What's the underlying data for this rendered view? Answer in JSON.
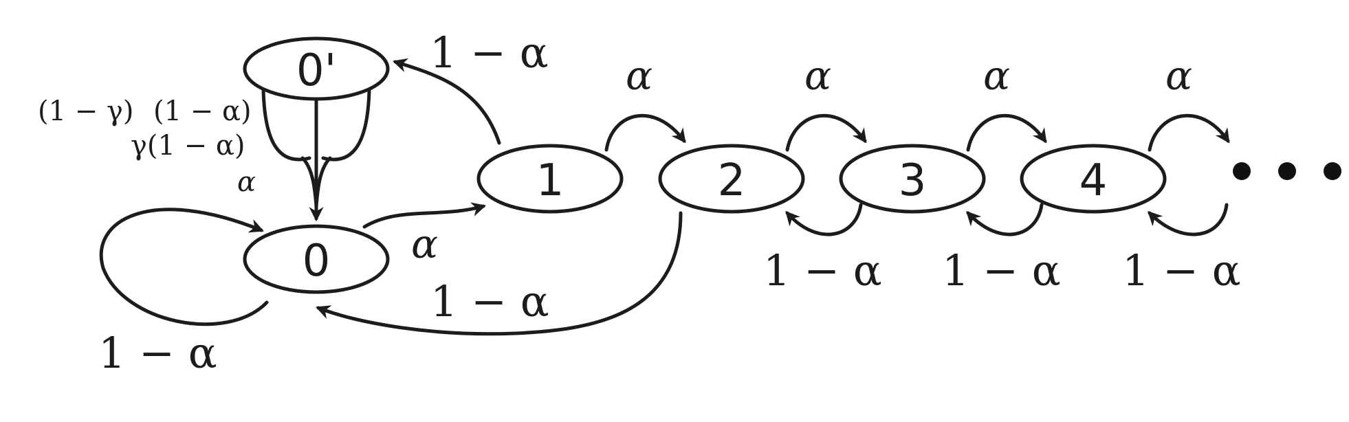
{
  "states": {
    "s0p": "0'",
    "s0": "0",
    "s1": "1",
    "s2": "2",
    "s3": "3",
    "s4": "4"
  },
  "transitions": {
    "s1_to_s0p": "1 − α",
    "s0p_to_s0_left": "(1 − γ)",
    "s0p_to_s0_right": "(1 − α)",
    "s0p_to_s0_mid": "γ(1 − α)",
    "s0_self_alpha": "α",
    "s0_self_stay": "1 − α",
    "s0_to_s1": "α",
    "s2_to_s0": "1 − α",
    "s1_to_s2": "α",
    "s2_to_s3": "α",
    "s3_to_s4": "α",
    "s4_to_next": "α",
    "s3_to_s2": "1 − α",
    "s4_to_s3": "1 − α",
    "next_to_s4": "1 − α"
  },
  "continuation": "•••",
  "colors": {
    "stroke": "#1c1c1c",
    "background": "#ffffff"
  }
}
